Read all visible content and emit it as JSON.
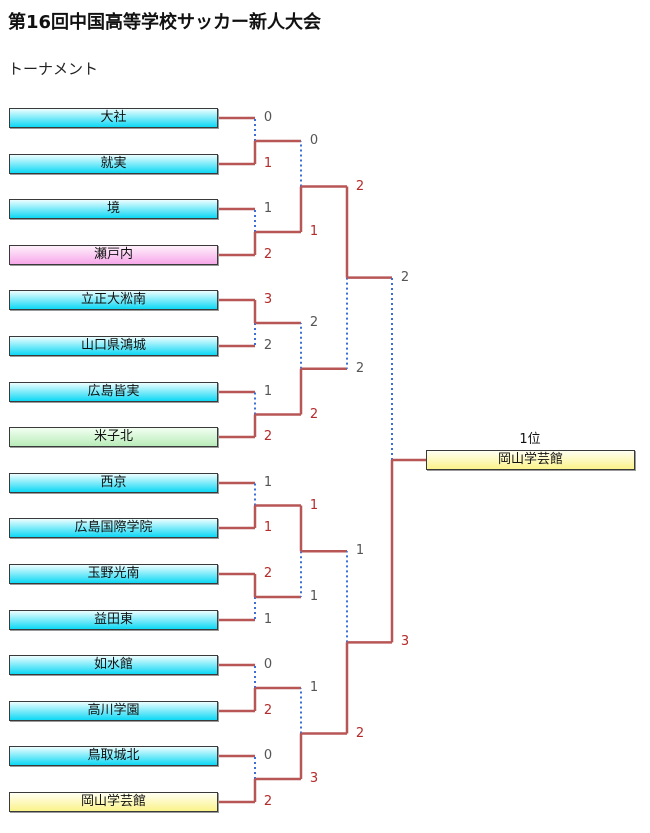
{
  "title": "第16回中国高等学校サッカー新人大会",
  "section": "トーナメント",
  "teams": [
    {
      "name": "大社",
      "color": "cyan"
    },
    {
      "name": "就実",
      "color": "cyan"
    },
    {
      "name": "境",
      "color": "cyan"
    },
    {
      "name": "瀬戸内",
      "color": "pink"
    },
    {
      "name": "立正大淞南",
      "color": "cyan"
    },
    {
      "name": "山口県鴻城",
      "color": "cyan"
    },
    {
      "name": "広島皆実",
      "color": "cyan"
    },
    {
      "name": "米子北",
      "color": "green"
    },
    {
      "name": "西京",
      "color": "cyan"
    },
    {
      "name": "広島国際学院",
      "color": "cyan"
    },
    {
      "name": "玉野光南",
      "color": "cyan"
    },
    {
      "name": "益田東",
      "color": "cyan"
    },
    {
      "name": "如水館",
      "color": "cyan"
    },
    {
      "name": "高川学園",
      "color": "cyan"
    },
    {
      "name": "鳥取城北",
      "color": "cyan"
    },
    {
      "name": "岡山学芸館",
      "color": "yellow"
    }
  ],
  "rounds": [
    [
      {
        "top": "0",
        "bottom": "1",
        "winner": "bottom"
      },
      {
        "top": "1",
        "bottom": "2",
        "winner": "bottom"
      },
      {
        "top": "3",
        "bottom": "2",
        "winner": "top"
      },
      {
        "top": "1",
        "bottom": "2",
        "winner": "bottom"
      },
      {
        "top": "1",
        "bottom": "1",
        "winner": "bottom"
      },
      {
        "top": "2",
        "bottom": "1",
        "winner": "top"
      },
      {
        "top": "0",
        "bottom": "2",
        "winner": "bottom"
      },
      {
        "top": "0",
        "bottom": "2",
        "winner": "bottom"
      }
    ],
    [
      {
        "top": "0",
        "bottom": "1",
        "winner": "bottom"
      },
      {
        "top": "2",
        "bottom": "2",
        "winner": "bottom"
      },
      {
        "top": "1",
        "bottom": "1",
        "winner": "top"
      },
      {
        "top": "1",
        "bottom": "3",
        "winner": "bottom"
      }
    ],
    [
      {
        "top": "2",
        "bottom": "2",
        "winner": "top"
      },
      {
        "top": "1",
        "bottom": "2",
        "winner": "bottom"
      }
    ],
    [
      {
        "top": "2",
        "bottom": "3",
        "winner": "bottom"
      }
    ]
  ],
  "champion": {
    "label": "1位",
    "name": "岡山学芸館",
    "color": "yellow"
  }
}
